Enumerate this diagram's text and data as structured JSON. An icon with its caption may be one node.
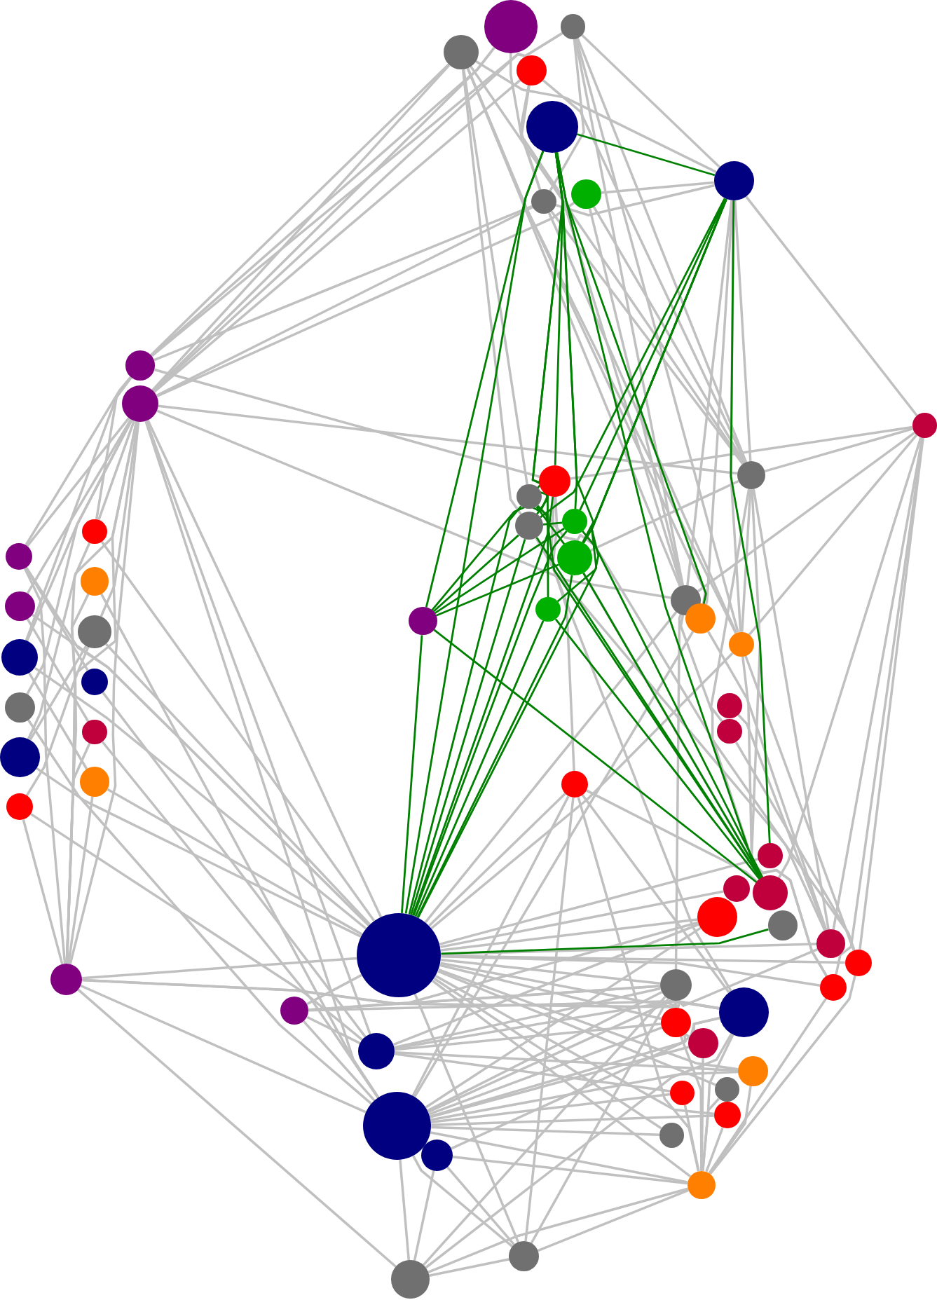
{
  "diagram": {
    "nodes": [
      {
        "text": [],
        "shape": "circle"
      },
      {
        "text": [],
        "shape": "circle"
      },
      {
        "text": [],
        "shape": "circle"
      },
      {
        "text": [],
        "shape": "circle"
      },
      {
        "text": [],
        "shape": "circle"
      },
      {
        "text": [],
        "shape": "circle"
      },
      {
        "text": [],
        "shape": "circle"
      },
      {
        "text": [],
        "shape": "circle"
      },
      {
        "text": [],
        "shape": "circle"
      },
      {
        "text": [],
        "shape": "circle"
      },
      {
        "text": [],
        "shape": "circle"
      },
      {
        "text": [],
        "shape": "circle"
      },
      {
        "text": [],
        "shape": "circle"
      },
      {
        "text": [],
        "shape": "circle"
      },
      {
        "text": [],
        "shape": "circle"
      },
      {
        "text": [],
        "shape": "circle"
      },
      {
        "text": [],
        "shape": "circle"
      },
      {
        "text": [],
        "shape": "circle"
      },
      {
        "text": [],
        "shape": "circle"
      },
      {
        "text": [],
        "shape": "circle"
      },
      {
        "text": [],
        "shape": "circle"
      },
      {
        "text": [],
        "shape": "circle"
      },
      {
        "text": [],
        "shape": "circle"
      },
      {
        "text": [],
        "shape": "circle"
      },
      {
        "text": [],
        "shape": "circle"
      },
      {
        "text": [],
        "shape": "circle"
      },
      {
        "text": [],
        "shape": "circle"
      },
      {
        "text": [],
        "shape": "circle"
      },
      {
        "text": [],
        "shape": "circle"
      },
      {
        "text": [],
        "shape": "circle"
      },
      {
        "text": [],
        "shape": "circle"
      },
      {
        "text": [],
        "shape": "circle"
      },
      {
        "text": [],
        "shape": "circle"
      },
      {
        "text": [],
        "shape": "circle"
      },
      {
        "text": [],
        "shape": "circle"
      },
      {
        "text": [],
        "shape": "circle"
      },
      {
        "text": [],
        "shape": "circle"
      },
      {
        "text": [],
        "shape": "circle"
      },
      {
        "text": [],
        "shape": "circle"
      },
      {
        "text": [],
        "shape": "circle"
      },
      {
        "text": [],
        "shape": "circle"
      },
      {
        "text": [],
        "shape": "circle"
      },
      {
        "text": [],
        "shape": "circle"
      },
      {
        "text": [],
        "shape": "circle"
      },
      {
        "text": [],
        "shape": "circle"
      },
      {
        "text": [],
        "shape": "circle"
      },
      {
        "text": [],
        "shape": "circle"
      },
      {
        "text": [],
        "shape": "circle"
      },
      {
        "text": [],
        "shape": "circle"
      },
      {
        "text": [],
        "shape": "circle"
      },
      {
        "text": [],
        "shape": "circle"
      },
      {
        "text": [],
        "shape": "circle"
      },
      {
        "text": [],
        "shape": "circle"
      },
      {
        "text": [],
        "shape": "circle"
      },
      {
        "text": [],
        "shape": "circle"
      },
      {
        "text": [],
        "shape": "circle"
      },
      {
        "text": [],
        "shape": "circle"
      },
      {
        "text": [],
        "shape": "circle"
      },
      {
        "text": [],
        "shape": "circle"
      },
      {
        "text": [],
        "shape": "circle"
      },
      {
        "text": [],
        "shape": "circle"
      },
      {
        "text": [],
        "shape": "circle"
      },
      {
        "text": [],
        "shape": "circle"
      }
    ],
    "edges": [
      {
        "from": 4,
        "to": 5,
        "arrow": "none",
        "color": "#008000"
      },
      {
        "from": 4,
        "to": 42,
        "arrow": "none",
        "color": "#008000"
      },
      {
        "from": 4,
        "to": 12,
        "arrow": "none",
        "color": "#008000"
      },
      {
        "from": 4,
        "to": 16,
        "arrow": "none",
        "color": "#008000"
      },
      {
        "from": 4,
        "to": 18,
        "arrow": "none",
        "color": "#008000"
      },
      {
        "from": 4,
        "to": 22,
        "arrow": "none",
        "color": "#008000"
      },
      {
        "from": 4,
        "to": 15,
        "arrow": "none",
        "color": "#008000"
      },
      {
        "from": 4,
        "to": 39,
        "arrow": "none",
        "color": "#008000"
      },
      {
        "from": 4,
        "to": 23,
        "arrow": "none",
        "color": "#008000"
      },
      {
        "from": 5,
        "to": 42,
        "arrow": "none",
        "color": "#008000"
      },
      {
        "from": 5,
        "to": 37,
        "arrow": "none",
        "color": "#008000"
      },
      {
        "from": 5,
        "to": 16,
        "arrow": "none",
        "color": "#008000"
      },
      {
        "from": 5,
        "to": 18,
        "arrow": "none",
        "color": "#008000"
      },
      {
        "from": 5,
        "to": 22,
        "arrow": "none",
        "color": "#008000"
      },
      {
        "from": 5,
        "to": 15,
        "arrow": "none",
        "color": "#008000"
      },
      {
        "from": 24,
        "to": 4,
        "arrow": "none",
        "color": "#008000"
      },
      {
        "from": 24,
        "to": 42,
        "arrow": "none",
        "color": "#008000"
      },
      {
        "from": 24,
        "to": 15,
        "arrow": "none",
        "color": "#008000"
      },
      {
        "from": 24,
        "to": 16,
        "arrow": "none",
        "color": "#008000"
      },
      {
        "from": 24,
        "to": 18,
        "arrow": "none",
        "color": "#008000"
      },
      {
        "from": 24,
        "to": 12,
        "arrow": "none",
        "color": "#008000"
      },
      {
        "from": 24,
        "to": 39,
        "arrow": "none",
        "color": "#008000"
      },
      {
        "from": 42,
        "to": 40,
        "arrow": "none",
        "color": "#008000"
      },
      {
        "from": 42,
        "to": 12,
        "arrow": "none",
        "color": "#008000"
      },
      {
        "from": 42,
        "to": 13,
        "arrow": "none",
        "color": "#008000"
      },
      {
        "from": 42,
        "to": 15,
        "arrow": "none",
        "color": "#008000"
      },
      {
        "from": 42,
        "to": 16,
        "arrow": "none",
        "color": "#008000"
      },
      {
        "from": 42,
        "to": 18,
        "arrow": "none",
        "color": "#008000"
      },
      {
        "from": 42,
        "to": 22,
        "arrow": "none",
        "color": "#008000"
      },
      {
        "from": 15,
        "to": 39,
        "arrow": "none",
        "color": "#008000"
      },
      {
        "from": 13,
        "to": 39,
        "arrow": "none",
        "color": "#008000"
      },
      {
        "from": 18,
        "to": 39,
        "arrow": "none",
        "color": "#008000"
      },
      {
        "from": 16,
        "to": 39,
        "arrow": "none",
        "color": "#008000"
      },
      {
        "from": 22,
        "to": 39,
        "arrow": "none",
        "color": "#008000"
      },
      {
        "from": 13,
        "to": 18,
        "arrow": "none",
        "color": "#008000"
      },
      {
        "from": 15,
        "to": 16,
        "arrow": "none",
        "color": "#008000"
      },
      {
        "from": 2,
        "to": 8,
        "arrow": "none"
      },
      {
        "from": 2,
        "to": 9,
        "arrow": "none"
      },
      {
        "from": 2,
        "to": 13,
        "arrow": "none"
      },
      {
        "from": 2,
        "to": 15,
        "arrow": "none"
      },
      {
        "from": 2,
        "to": 20,
        "arrow": "none"
      },
      {
        "from": 2,
        "to": 23,
        "arrow": "none"
      },
      {
        "from": 2,
        "to": 26,
        "arrow": "none"
      },
      {
        "from": 2,
        "to": 11,
        "arrow": "none"
      },
      {
        "from": 2,
        "to": 5,
        "arrow": "none"
      },
      {
        "from": 1,
        "to": 5,
        "arrow": "none"
      },
      {
        "from": 1,
        "to": 8,
        "arrow": "none"
      },
      {
        "from": 1,
        "to": 9,
        "arrow": "none"
      },
      {
        "from": 1,
        "to": 11,
        "arrow": "none"
      },
      {
        "from": 1,
        "to": 26,
        "arrow": "none"
      },
      {
        "from": 1,
        "to": 20,
        "arrow": "none"
      },
      {
        "from": 1,
        "to": 7,
        "arrow": "none"
      },
      {
        "from": 3,
        "to": 9,
        "arrow": "none"
      },
      {
        "from": 3,
        "to": 20,
        "arrow": "none"
      },
      {
        "from": 3,
        "to": 11,
        "arrow": "none"
      },
      {
        "from": 3,
        "to": 7,
        "arrow": "none"
      },
      {
        "from": 0,
        "to": 9,
        "arrow": "none"
      },
      {
        "from": 0,
        "to": 8,
        "arrow": "none"
      },
      {
        "from": 0,
        "to": 7,
        "arrow": "none"
      },
      {
        "from": 7,
        "to": 9,
        "arrow": "none"
      },
      {
        "from": 7,
        "to": 8,
        "arrow": "none"
      },
      {
        "from": 7,
        "to": 11,
        "arrow": "none"
      },
      {
        "from": 7,
        "to": 5,
        "arrow": "none"
      },
      {
        "from": 7,
        "to": 26,
        "arrow": "none"
      },
      {
        "from": 6,
        "to": 9,
        "arrow": "none"
      },
      {
        "from": 6,
        "to": 5,
        "arrow": "none"
      },
      {
        "from": 6,
        "to": 11,
        "arrow": "none"
      },
      {
        "from": 6,
        "to": 20,
        "arrow": "none"
      },
      {
        "from": 5,
        "to": 10,
        "arrow": "none"
      },
      {
        "from": 5,
        "to": 26,
        "arrow": "none"
      },
      {
        "from": 5,
        "to": 11,
        "arrow": "none"
      },
      {
        "from": 5,
        "to": 20,
        "arrow": "none"
      },
      {
        "from": 5,
        "to": 23,
        "arrow": "none"
      },
      {
        "from": 9,
        "to": 17,
        "arrow": "none"
      },
      {
        "from": 9,
        "to": 21,
        "arrow": "none"
      },
      {
        "from": 9,
        "to": 27,
        "arrow": "none"
      },
      {
        "from": 9,
        "to": 29,
        "arrow": "none"
      },
      {
        "from": 9,
        "to": 33,
        "arrow": "none"
      },
      {
        "from": 9,
        "to": 36,
        "arrow": "none"
      },
      {
        "from": 9,
        "to": 45,
        "arrow": "none"
      },
      {
        "from": 9,
        "to": 42,
        "arrow": "none"
      },
      {
        "from": 9,
        "to": 57,
        "arrow": "none"
      },
      {
        "from": 9,
        "to": 52,
        "arrow": "none"
      },
      {
        "from": 9,
        "to": 11,
        "arrow": "none"
      },
      {
        "from": 9,
        "to": 20,
        "arrow": "none"
      },
      {
        "from": 9,
        "to": 14,
        "arrow": "none"
      },
      {
        "from": 9,
        "to": 25,
        "arrow": "none"
      },
      {
        "from": 8,
        "to": 17,
        "arrow": "none"
      },
      {
        "from": 8,
        "to": 14,
        "arrow": "none"
      },
      {
        "from": 8,
        "to": 12,
        "arrow": "none"
      },
      {
        "from": 8,
        "to": 27,
        "arrow": "none"
      },
      {
        "from": 10,
        "to": 11,
        "arrow": "none"
      },
      {
        "from": 10,
        "to": 39,
        "arrow": "none"
      },
      {
        "from": 10,
        "to": 43,
        "arrow": "none"
      },
      {
        "from": 10,
        "to": 44,
        "arrow": "none"
      },
      {
        "from": 10,
        "to": 47,
        "arrow": "none"
      },
      {
        "from": 10,
        "to": 26,
        "arrow": "none"
      },
      {
        "from": 10,
        "to": 12,
        "arrow": "none"
      },
      {
        "from": 10,
        "to": 20,
        "arrow": "none"
      },
      {
        "from": 11,
        "to": 39,
        "arrow": "none"
      },
      {
        "from": 11,
        "to": 43,
        "arrow": "none"
      },
      {
        "from": 11,
        "to": 18,
        "arrow": "none"
      },
      {
        "from": 11,
        "to": 26,
        "arrow": "none"
      },
      {
        "from": 11,
        "to": 32,
        "arrow": "none"
      },
      {
        "from": 17,
        "to": 42,
        "arrow": "none"
      },
      {
        "from": 21,
        "to": 42,
        "arrow": "none"
      },
      {
        "from": 27,
        "to": 42,
        "arrow": "none"
      },
      {
        "from": 29,
        "to": 57,
        "arrow": "none"
      },
      {
        "from": 33,
        "to": 42,
        "arrow": "none"
      },
      {
        "from": 36,
        "to": 52,
        "arrow": "none"
      },
      {
        "from": 14,
        "to": 42,
        "arrow": "none"
      },
      {
        "from": 19,
        "to": 57,
        "arrow": "none"
      },
      {
        "from": 25,
        "to": 42,
        "arrow": "none"
      },
      {
        "from": 28,
        "to": 52,
        "arrow": "none"
      },
      {
        "from": 31,
        "to": 57,
        "arrow": "none"
      },
      {
        "from": 34,
        "to": 42,
        "arrow": "none"
      },
      {
        "from": 17,
        "to": 28,
        "arrow": "none"
      },
      {
        "from": 21,
        "to": 31,
        "arrow": "none"
      },
      {
        "from": 27,
        "to": 34,
        "arrow": "none"
      },
      {
        "from": 33,
        "to": 25,
        "arrow": "none"
      },
      {
        "from": 45,
        "to": 14,
        "arrow": "none"
      },
      {
        "from": 45,
        "to": 17,
        "arrow": "none"
      },
      {
        "from": 45,
        "to": 36,
        "arrow": "none"
      },
      {
        "from": 45,
        "to": 19,
        "arrow": "none"
      },
      {
        "from": 45,
        "to": 25,
        "arrow": "none"
      },
      {
        "from": 45,
        "to": 31,
        "arrow": "none"
      },
      {
        "from": 45,
        "to": 34,
        "arrow": "none"
      },
      {
        "from": 45,
        "to": 42,
        "arrow": "none"
      },
      {
        "from": 45,
        "to": 57,
        "arrow": "none"
      },
      {
        "from": 45,
        "to": 49,
        "arrow": "none"
      },
      {
        "from": 45,
        "to": 62,
        "arrow": "none"
      },
      {
        "from": 45,
        "to": 46,
        "arrow": "none"
      },
      {
        "from": 42,
        "to": 46,
        "arrow": "none"
      },
      {
        "from": 42,
        "to": 49,
        "arrow": "none"
      },
      {
        "from": 42,
        "to": 50,
        "arrow": "none"
      },
      {
        "from": 42,
        "to": 41,
        "arrow": "none"
      },
      {
        "from": 42,
        "to": 43,
        "arrow": "none"
      },
      {
        "from": 42,
        "to": 44,
        "arrow": "none"
      },
      {
        "from": 42,
        "to": 47,
        "arrow": "none"
      },
      {
        "from": 42,
        "to": 53,
        "arrow": "none"
      },
      {
        "from": 42,
        "to": 54,
        "arrow": "none"
      },
      {
        "from": 42,
        "to": 56,
        "arrow": "none"
      },
      {
        "from": 42,
        "to": 58,
        "arrow": "none"
      },
      {
        "from": 42,
        "to": 60,
        "arrow": "none"
      },
      {
        "from": 42,
        "to": 35,
        "arrow": "none"
      },
      {
        "from": 42,
        "to": 37,
        "arrow": "none"
      },
      {
        "from": 42,
        "to": 38,
        "arrow": "none"
      },
      {
        "from": 57,
        "to": 46,
        "arrow": "none"
      },
      {
        "from": 57,
        "to": 49,
        "arrow": "none"
      },
      {
        "from": 57,
        "to": 50,
        "arrow": "none"
      },
      {
        "from": 57,
        "to": 51,
        "arrow": "none"
      },
      {
        "from": 57,
        "to": 53,
        "arrow": "none"
      },
      {
        "from": 57,
        "to": 55,
        "arrow": "none"
      },
      {
        "from": 57,
        "to": 56,
        "arrow": "none"
      },
      {
        "from": 57,
        "to": 58,
        "arrow": "none"
      },
      {
        "from": 57,
        "to": 60,
        "arrow": "none"
      },
      {
        "from": 57,
        "to": 41,
        "arrow": "none"
      },
      {
        "from": 57,
        "to": 43,
        "arrow": "none"
      },
      {
        "from": 52,
        "to": 49,
        "arrow": "none"
      },
      {
        "from": 52,
        "to": 46,
        "arrow": "none"
      },
      {
        "from": 52,
        "to": 50,
        "arrow": "none"
      },
      {
        "from": 52,
        "to": 53,
        "arrow": "none"
      },
      {
        "from": 52,
        "to": 55,
        "arrow": "none"
      },
      {
        "from": 52,
        "to": 41,
        "arrow": "none"
      },
      {
        "from": 59,
        "to": 49,
        "arrow": "none"
      },
      {
        "from": 59,
        "to": 60,
        "arrow": "none"
      },
      {
        "from": 59,
        "to": 61,
        "arrow": "none"
      },
      {
        "from": 59,
        "to": 62,
        "arrow": "none"
      },
      {
        "from": 62,
        "to": 57,
        "arrow": "none"
      },
      {
        "from": 62,
        "to": 60,
        "arrow": "none"
      },
      {
        "from": 62,
        "to": 61,
        "arrow": "none"
      },
      {
        "from": 62,
        "to": 49,
        "arrow": "none"
      },
      {
        "from": 62,
        "to": 46,
        "arrow": "none"
      },
      {
        "from": 61,
        "to": 57,
        "arrow": "none"
      },
      {
        "from": 61,
        "to": 60,
        "arrow": "none"
      },
      {
        "from": 61,
        "to": 46,
        "arrow": "none"
      },
      {
        "from": 61,
        "to": 42,
        "arrow": "none"
      },
      {
        "from": 61,
        "to": 35,
        "arrow": "none"
      },
      {
        "from": 60,
        "to": 49,
        "arrow": "none"
      },
      {
        "from": 60,
        "to": 50,
        "arrow": "none"
      },
      {
        "from": 60,
        "to": 53,
        "arrow": "none"
      },
      {
        "from": 60,
        "to": 54,
        "arrow": "none"
      },
      {
        "from": 60,
        "to": 56,
        "arrow": "none"
      },
      {
        "from": 60,
        "to": 55,
        "arrow": "none"
      },
      {
        "from": 60,
        "to": 47,
        "arrow": "none"
      },
      {
        "from": 60,
        "to": 44,
        "arrow": "none"
      },
      {
        "from": 60,
        "to": 51,
        "arrow": "none"
      },
      {
        "from": 35,
        "to": 12,
        "arrow": "none"
      },
      {
        "from": 35,
        "to": 57,
        "arrow": "none"
      },
      {
        "from": 35,
        "to": 39,
        "arrow": "none"
      },
      {
        "from": 35,
        "to": 49,
        "arrow": "none"
      },
      {
        "from": 35,
        "to": 60,
        "arrow": "none"
      },
      {
        "from": 48,
        "to": 42,
        "arrow": "none"
      },
      {
        "from": 48,
        "to": 57,
        "arrow": "none"
      },
      {
        "from": 48,
        "to": 52,
        "arrow": "none"
      },
      {
        "from": 48,
        "to": 49,
        "arrow": "none"
      },
      {
        "from": 48,
        "to": 46,
        "arrow": "none"
      },
      {
        "from": 48,
        "to": 41,
        "arrow": "none"
      },
      {
        "from": 20,
        "to": 46,
        "arrow": "none"
      },
      {
        "from": 20,
        "to": 47,
        "arrow": "none"
      },
      {
        "from": 20,
        "to": 42,
        "arrow": "none"
      },
      {
        "from": 23,
        "to": 43,
        "arrow": "none"
      },
      {
        "from": 23,
        "to": 57,
        "arrow": "none"
      },
      {
        "from": 26,
        "to": 39,
        "arrow": "none"
      },
      {
        "from": 26,
        "to": 44,
        "arrow": "none"
      },
      {
        "from": 26,
        "to": 42,
        "arrow": "none"
      },
      {
        "from": 30,
        "to": 43,
        "arrow": "none"
      },
      {
        "from": 32,
        "to": 44,
        "arrow": "none"
      },
      {
        "from": 12,
        "to": 49,
        "arrow": "none"
      },
      {
        "from": 13,
        "to": 43,
        "arrow": "none"
      },
      {
        "from": 15,
        "to": 44,
        "arrow": "none"
      },
      {
        "from": 18,
        "to": 47,
        "arrow": "none"
      }
    ]
  }
}
